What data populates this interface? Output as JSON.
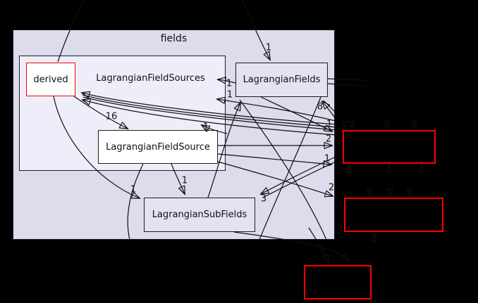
{
  "graph": {
    "outer_cluster": {
      "label": "fields"
    },
    "inner_cluster": {
      "label": "LagrangianFieldSources"
    },
    "nodes": {
      "derived": {
        "label": "derived"
      },
      "lagrangian_fields": {
        "label": "LagrangianFields"
      },
      "lagrangian_field_source": {
        "label": "LagrangianFieldSource"
      },
      "lagrangian_sub_fields": {
        "label": "LagrangianSubFields"
      }
    },
    "external_nodes": [
      {
        "label": ""
      },
      {
        "label": ""
      },
      {
        "label": ""
      }
    ],
    "edge_counts": {
      "top_to_lagrangian_fields": "1",
      "lagrangian_fields_to_sources_upper": "1",
      "lagrangian_fields_to_sources_lower": "1",
      "into_lagrangian_fields": "8",
      "derived_to_field_source": "16",
      "into_field_source": "1",
      "field_source_to_sub_fields": "1",
      "derived_to_sub_fields": "1",
      "into_sub_fields": "3",
      "into_external_1_upper": "1",
      "field_source_to_external_1": "2",
      "into_external_1_lower": "1",
      "into_external_2": "2"
    },
    "colors": {
      "background": "#000000",
      "outer_cluster_fill": "#dcdcec",
      "inner_cluster_fill": "#eeeefb",
      "node_fill": "#e2e2f0",
      "active_node_fill": "#ffffff",
      "node_border": "#1c1c22",
      "external_border": "#ff0000",
      "external_fill": "#000000",
      "edge_color": "#0e0e12",
      "text_color": "#111111",
      "derived_border": "#ff0000"
    }
  }
}
